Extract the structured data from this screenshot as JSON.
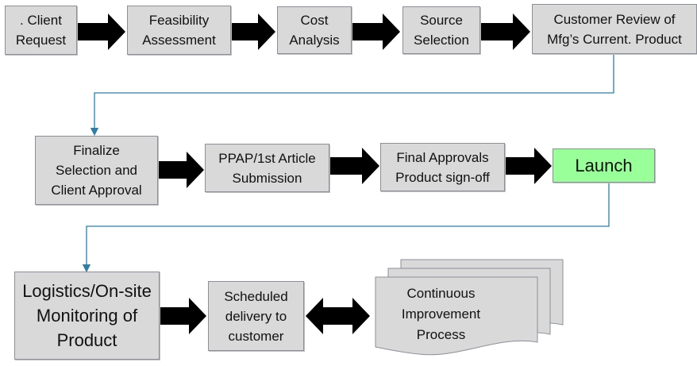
{
  "row1": {
    "client_request": ". Client\nRequest",
    "feasibility": "Feasibility\nAssessment",
    "cost": "Cost\nAnalysis",
    "source": "Source\nSelection",
    "customer_review": "Customer Review of\nMfg’s Current. Product"
  },
  "row2": {
    "finalize": "Finalize\nSelection and\nClient Approval",
    "ppap": "PPAP/1st Article\nSubmission",
    "final_approvals": "Final Approvals\nProduct sign-off",
    "launch": "Launch"
  },
  "row3": {
    "logistics": "Logistics/On-site\nMonitoring of\nProduct",
    "scheduled": "Scheduled\ndelivery to\ncustomer",
    "continuous": "Continuous\nImprovement\nProcess"
  },
  "colors": {
    "box_fill": "#d9d9d9",
    "launch_fill": "#99ff99",
    "arrow": "#000000",
    "connector": "#2e7fa8"
  }
}
